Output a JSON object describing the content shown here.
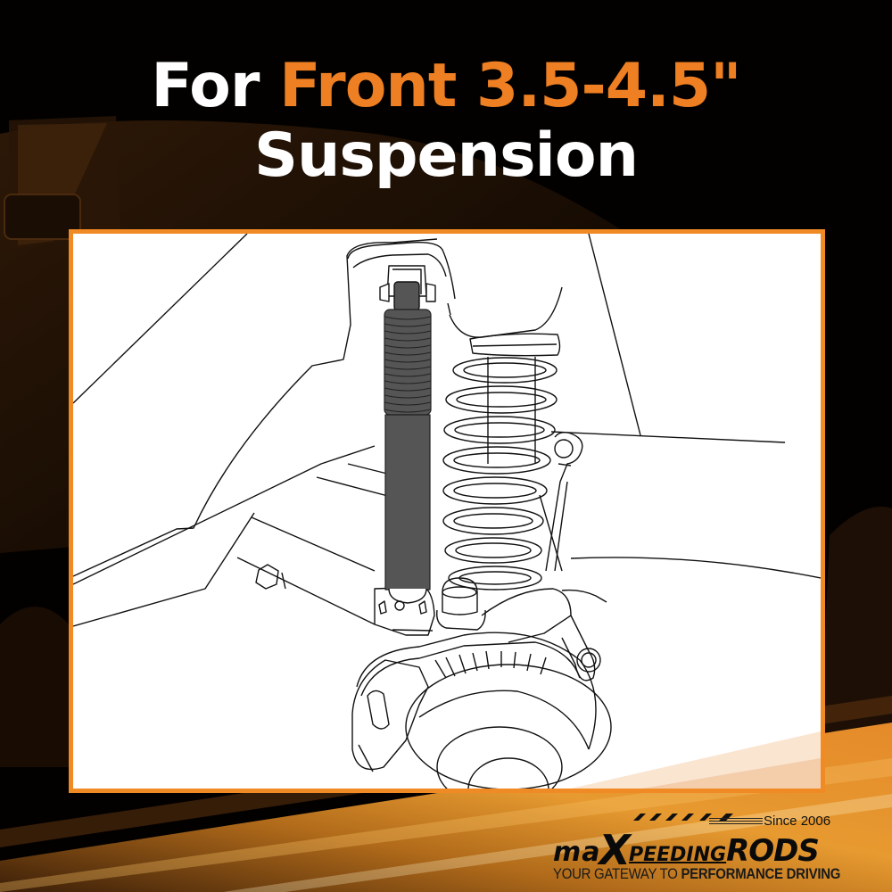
{
  "headline": {
    "line1_white": "For",
    "line1_orange": "Front 3.5-4.5\"",
    "line2": "Suspension"
  },
  "illustration": {
    "subject": "front suspension diagram with shock absorber and coil spring",
    "frame_color": "#f08a24"
  },
  "logo": {
    "brand_ma": "maX",
    "brand_peeding": "PEEDING",
    "brand_rods": "RODS",
    "since": "Since 2006",
    "tagline_light": "YOUR GATEWAY TO ",
    "tagline_bold": "PERFORMANCE DRIVING"
  },
  "colors": {
    "accent": "#ee7f22",
    "background": "#000000",
    "headline_white": "#ffffff",
    "shock_body": "#555555"
  }
}
